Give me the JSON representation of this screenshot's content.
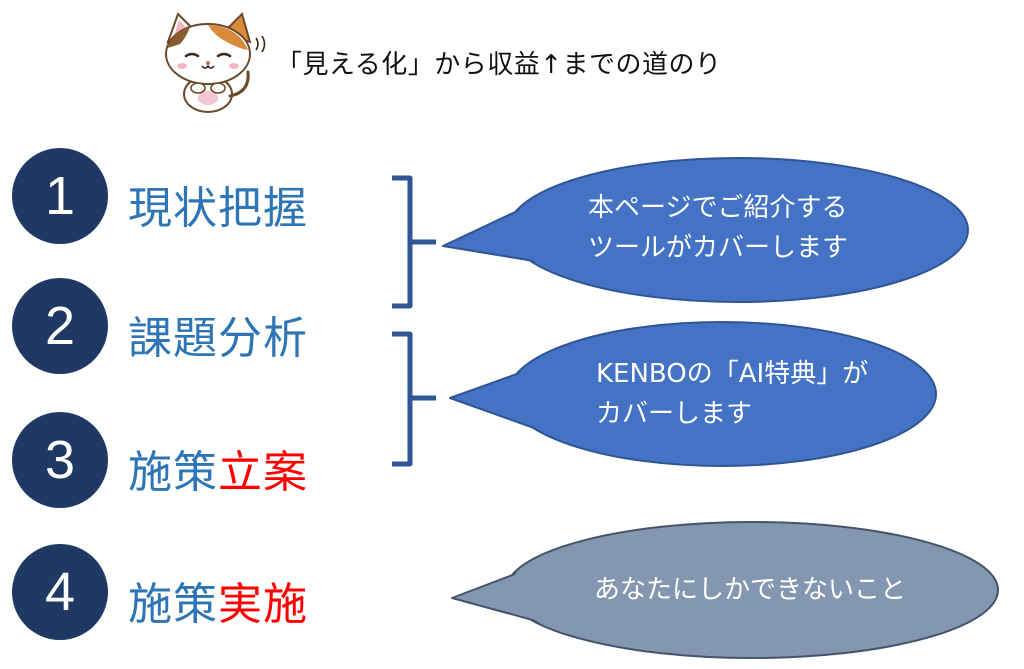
{
  "headline": "「見える化」から収益↑までの道のり",
  "steps": [
    {
      "number": "1",
      "title_plain": "現状把握",
      "title_highlight": ""
    },
    {
      "number": "2",
      "title_plain": "課題分析",
      "title_highlight": ""
    },
    {
      "number": "3",
      "title_plain": "施策",
      "title_highlight": "立案"
    },
    {
      "number": "4",
      "title_plain": "施策",
      "title_highlight": "実施"
    }
  ],
  "callouts": [
    {
      "line1": "本ページでご紹介する",
      "line2": "ツールがカバーします"
    },
    {
      "line1": "KENBOの「AI特典」が",
      "line2": "カバーします"
    },
    {
      "line1": "あなたにしかできないこと",
      "line2": ""
    }
  ],
  "colors": {
    "circle": "#1f3864",
    "title": "#2e75b6",
    "highlight": "#ff0000",
    "bubble_blue": "#4472c4",
    "bubble_gray": "#8497b0",
    "bracket": "#2f5597"
  },
  "icons": {
    "mascot": "cat-mascot-icon"
  }
}
